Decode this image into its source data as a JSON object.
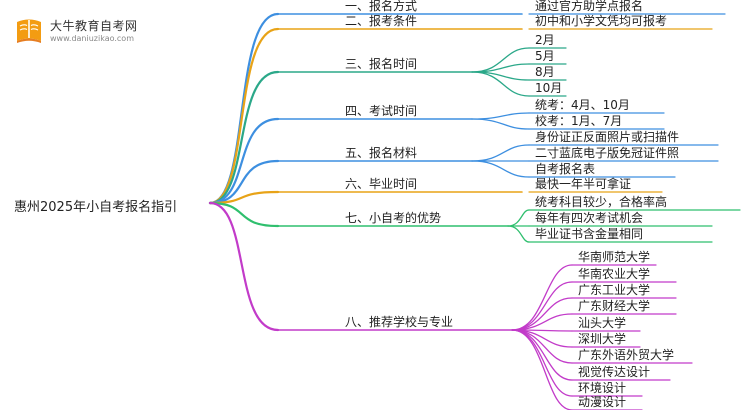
{
  "logo": {
    "title": "大牛教育自考网",
    "subtitle": "www.daniuzikao.com",
    "icon": "book-logo-icon"
  },
  "root": "惠州2025年小自考报名指引",
  "colors": {
    "b1": "#3d8fe0",
    "b2": "#e8a317",
    "b3": "#2ba889",
    "b4": "#3d8fe0",
    "b5": "#3d8fe0",
    "b6": "#e8a317",
    "b7": "#2fbf6e",
    "b8": "#c23bc9"
  },
  "branches": [
    {
      "label": "一、报名方式",
      "leaves": [
        "通过官方助学点报名"
      ]
    },
    {
      "label": "二、报考条件",
      "leaves": [
        "初中和小学文凭均可报考"
      ]
    },
    {
      "label": "三、报名时间",
      "leaves": [
        "2月",
        "5月",
        "8月",
        "10月"
      ]
    },
    {
      "label": "四、考试时间",
      "leaves": [
        "统考：4月、10月",
        "校考：1月、7月"
      ]
    },
    {
      "label": "五、报名材料",
      "leaves": [
        "身份证正反面照片或扫描件",
        "二寸蓝底电子版免冠证件照",
        "自考报名表"
      ]
    },
    {
      "label": "六、毕业时间",
      "leaves": [
        "最快一年半可拿证"
      ]
    },
    {
      "label": "七、小自考的优势",
      "leaves": [
        "统考科目较少，合格率高",
        "每年有四次考试机会",
        "毕业证书含金量相同"
      ]
    },
    {
      "label": "八、推荐学校与专业",
      "leaves": [
        "华南师范大学",
        "华南农业大学",
        "广东工业大学",
        "广东财经大学",
        "汕头大学",
        "深圳大学",
        "广东外语外贸大学",
        "视觉传达设计",
        "环境设计",
        "动漫设计"
      ]
    }
  ]
}
